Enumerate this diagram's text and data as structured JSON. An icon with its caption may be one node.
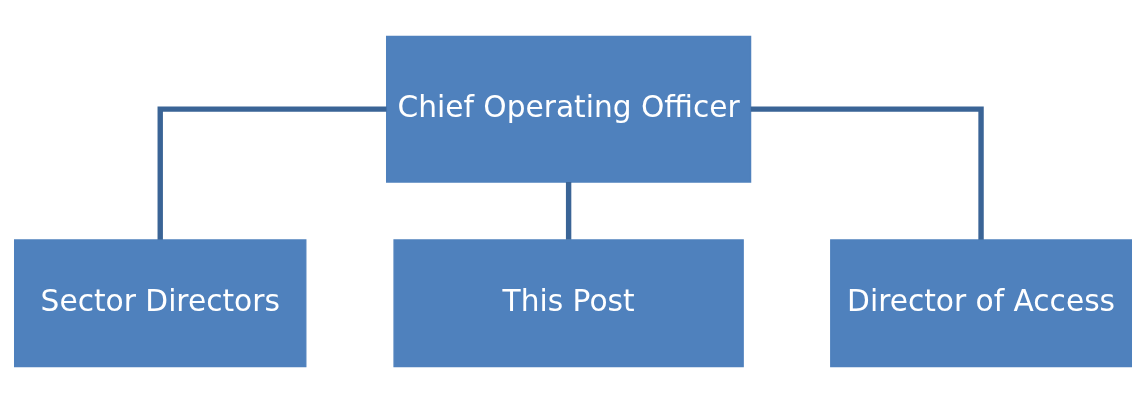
{
  "diagram": {
    "nodes": [
      {
        "text": [
          "Chief Operating Officer"
        ]
      },
      {
        "text": [
          "Sector Directors"
        ]
      },
      {
        "text": [
          "This Post"
        ]
      },
      {
        "text": [
          "Director of Access"
        ]
      }
    ],
    "edges": [
      {
        "from": 0,
        "to": 1,
        "arrow": "none"
      },
      {
        "from": 0,
        "to": 2,
        "arrow": "none"
      },
      {
        "from": 0,
        "to": 3,
        "arrow": "none"
      }
    ]
  }
}
